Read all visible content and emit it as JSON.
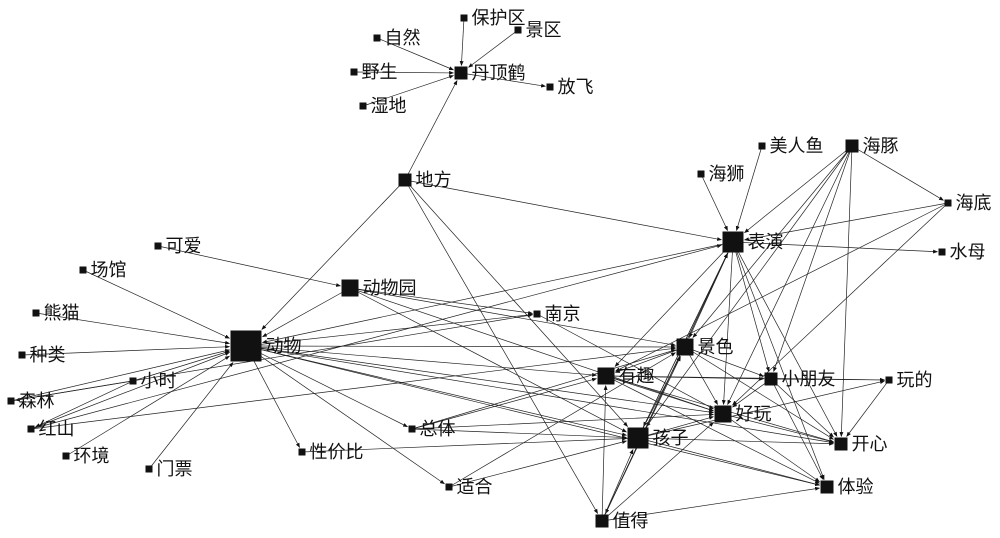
{
  "diagram": {
    "nodes": [
      {
        "id": "baohuqu",
        "label": "保护区",
        "weight": 1
      },
      {
        "id": "jingqu",
        "label": "景区",
        "weight": 1
      },
      {
        "id": "ziran",
        "label": "自然",
        "weight": 1
      },
      {
        "id": "yesheng",
        "label": "野生",
        "weight": 1
      },
      {
        "id": "dandinghe",
        "label": "丹顶鹤",
        "weight": 2
      },
      {
        "id": "fangfei",
        "label": "放飞",
        "weight": 1
      },
      {
        "id": "shidi",
        "label": "湿地",
        "weight": 1
      },
      {
        "id": "meirenyu",
        "label": "美人鱼",
        "weight": 1
      },
      {
        "id": "haitun",
        "label": "海豚",
        "weight": 2
      },
      {
        "id": "haishi",
        "label": "海狮",
        "weight": 1
      },
      {
        "id": "difang",
        "label": "地方",
        "weight": 2
      },
      {
        "id": "haidi",
        "label": "海底",
        "weight": 1
      },
      {
        "id": "biaoyan",
        "label": "表演",
        "weight": 4
      },
      {
        "id": "shuimu",
        "label": "水母",
        "weight": 1
      },
      {
        "id": "keai",
        "label": "可爱",
        "weight": 1
      },
      {
        "id": "changguan",
        "label": "场馆",
        "weight": 1
      },
      {
        "id": "dongwuyuan",
        "label": "动物园",
        "weight": 3
      },
      {
        "id": "xiongmao",
        "label": "熊猫",
        "weight": 1
      },
      {
        "id": "nanjing",
        "label": "南京",
        "weight": 1
      },
      {
        "id": "dongwu",
        "label": "动物",
        "weight": 5
      },
      {
        "id": "zhonglei",
        "label": "种类",
        "weight": 1
      },
      {
        "id": "jingse",
        "label": "景色",
        "weight": 3
      },
      {
        "id": "youqu",
        "label": "有趣",
        "weight": 3
      },
      {
        "id": "xiaoshi",
        "label": "小时",
        "weight": 1
      },
      {
        "id": "xiaopengyou",
        "label": "小朋友",
        "weight": 2
      },
      {
        "id": "wande",
        "label": "玩的",
        "weight": 1
      },
      {
        "id": "senlin",
        "label": "森林",
        "weight": 1
      },
      {
        "id": "haowan",
        "label": "好玩",
        "weight": 3
      },
      {
        "id": "hongshan",
        "label": "红山",
        "weight": 1
      },
      {
        "id": "zongti",
        "label": "总体",
        "weight": 1
      },
      {
        "id": "haizi",
        "label": "孩子",
        "weight": 4
      },
      {
        "id": "kaixin",
        "label": "开心",
        "weight": 2
      },
      {
        "id": "huanjing",
        "label": "环境",
        "weight": 1
      },
      {
        "id": "xingjiabi",
        "label": "性价比",
        "weight": 1
      },
      {
        "id": "menpiao",
        "label": "门票",
        "weight": 1
      },
      {
        "id": "tiyan",
        "label": "体验",
        "weight": 2
      },
      {
        "id": "shihe",
        "label": "适合",
        "weight": 1
      },
      {
        "id": "zhide",
        "label": "值得",
        "weight": 2
      }
    ],
    "edges": [
      [
        "baohuqu",
        "dandinghe"
      ],
      [
        "jingqu",
        "dandinghe"
      ],
      [
        "ziran",
        "dandinghe"
      ],
      [
        "yesheng",
        "dandinghe"
      ],
      [
        "shidi",
        "dandinghe"
      ],
      [
        "dandinghe",
        "fangfei"
      ],
      [
        "difang",
        "dandinghe"
      ],
      [
        "difang",
        "biaoyan"
      ],
      [
        "difang",
        "dongwu"
      ],
      [
        "difang",
        "haizi"
      ],
      [
        "difang",
        "zhide"
      ],
      [
        "meirenyu",
        "biaoyan"
      ],
      [
        "haishi",
        "biaoyan"
      ],
      [
        "haitun",
        "biaoyan"
      ],
      [
        "haitun",
        "haidi"
      ],
      [
        "haidi",
        "biaoyan"
      ],
      [
        "biaoyan",
        "shuimu"
      ],
      [
        "haitun",
        "haowan"
      ],
      [
        "haitun",
        "xiaopengyou"
      ],
      [
        "haitun",
        "kaixin"
      ],
      [
        "haitun",
        "haizi"
      ],
      [
        "haitun",
        "jingse"
      ],
      [
        "haidi",
        "haowan"
      ],
      [
        "haidi",
        "youqu"
      ],
      [
        "biaoyan",
        "jingse"
      ],
      [
        "biaoyan",
        "haowan"
      ],
      [
        "biaoyan",
        "xiaopengyou"
      ],
      [
        "biaoyan",
        "kaixin"
      ],
      [
        "biaoyan",
        "tiyan"
      ],
      [
        "biaoyan",
        "haizi"
      ],
      [
        "biaoyan",
        "zhide"
      ],
      [
        "biaoyan",
        "dongwu"
      ],
      [
        "biaoyan",
        "youqu"
      ],
      [
        "keai",
        "dongwuyuan"
      ],
      [
        "changguan",
        "dongwu"
      ],
      [
        "xiongmao",
        "dongwu"
      ],
      [
        "zhonglei",
        "dongwu"
      ],
      [
        "dongwuyuan",
        "dongwu"
      ],
      [
        "dongwuyuan",
        "nanjing"
      ],
      [
        "dongwuyuan",
        "jingse"
      ],
      [
        "dongwuyuan",
        "haowan"
      ],
      [
        "dongwuyuan",
        "haizi"
      ],
      [
        "dongwu",
        "nanjing"
      ],
      [
        "dongwu",
        "jingse"
      ],
      [
        "dongwu",
        "youqu"
      ],
      [
        "dongwu",
        "haowan"
      ],
      [
        "dongwu",
        "haizi"
      ],
      [
        "dongwu",
        "kaixin"
      ],
      [
        "dongwu",
        "xingjiabi"
      ],
      [
        "dongwu",
        "shihe"
      ],
      [
        "dongwu",
        "zongti"
      ],
      [
        "dongwu",
        "tiyan"
      ],
      [
        "xiaoshi",
        "dongwu"
      ],
      [
        "xiaoshi",
        "senlin"
      ],
      [
        "xiaoshi",
        "hongshan"
      ],
      [
        "senlin",
        "dongwu"
      ],
      [
        "senlin",
        "nanjing"
      ],
      [
        "hongshan",
        "dongwu"
      ],
      [
        "hongshan",
        "jingse"
      ],
      [
        "hongshan",
        "biaoyan"
      ],
      [
        "huanjing",
        "dongwu"
      ],
      [
        "menpiao",
        "dongwu"
      ],
      [
        "zongti",
        "jingse"
      ],
      [
        "zongti",
        "haowan"
      ],
      [
        "zongti",
        "haizi"
      ],
      [
        "zongti",
        "youqu"
      ],
      [
        "xingjiabi",
        "haizi"
      ],
      [
        "shihe",
        "jingse"
      ],
      [
        "shihe",
        "haizi"
      ],
      [
        "jingse",
        "youqu"
      ],
      [
        "jingse",
        "haowan"
      ],
      [
        "jingse",
        "kaixin"
      ],
      [
        "jingse",
        "xiaopengyou"
      ],
      [
        "youqu",
        "haowan"
      ],
      [
        "youqu",
        "kaixin"
      ],
      [
        "youqu",
        "tiyan"
      ],
      [
        "youqu",
        "xiaopengyou"
      ],
      [
        "youqu",
        "wande"
      ],
      [
        "xiaopengyou",
        "haowan"
      ],
      [
        "xiaopengyou",
        "kaixin"
      ],
      [
        "xiaopengyou",
        "wande"
      ],
      [
        "wande",
        "kaixin"
      ],
      [
        "haowan",
        "kaixin"
      ],
      [
        "haowan",
        "tiyan"
      ],
      [
        "haizi",
        "haowan"
      ],
      [
        "haizi",
        "kaixin"
      ],
      [
        "haizi",
        "tiyan"
      ],
      [
        "haizi",
        "wande"
      ],
      [
        "haizi",
        "jingse"
      ],
      [
        "haizi",
        "biaoyan"
      ],
      [
        "zhide",
        "haizi"
      ],
      [
        "zhide",
        "jingse"
      ],
      [
        "zhide",
        "youqu"
      ],
      [
        "zhide",
        "biaoyan"
      ],
      [
        "zhide",
        "tiyan"
      ],
      [
        "zhide",
        "haowan"
      ],
      [
        "nanjing",
        "haowan"
      ],
      [
        "xiaopengyou",
        "tiyan"
      ]
    ]
  }
}
